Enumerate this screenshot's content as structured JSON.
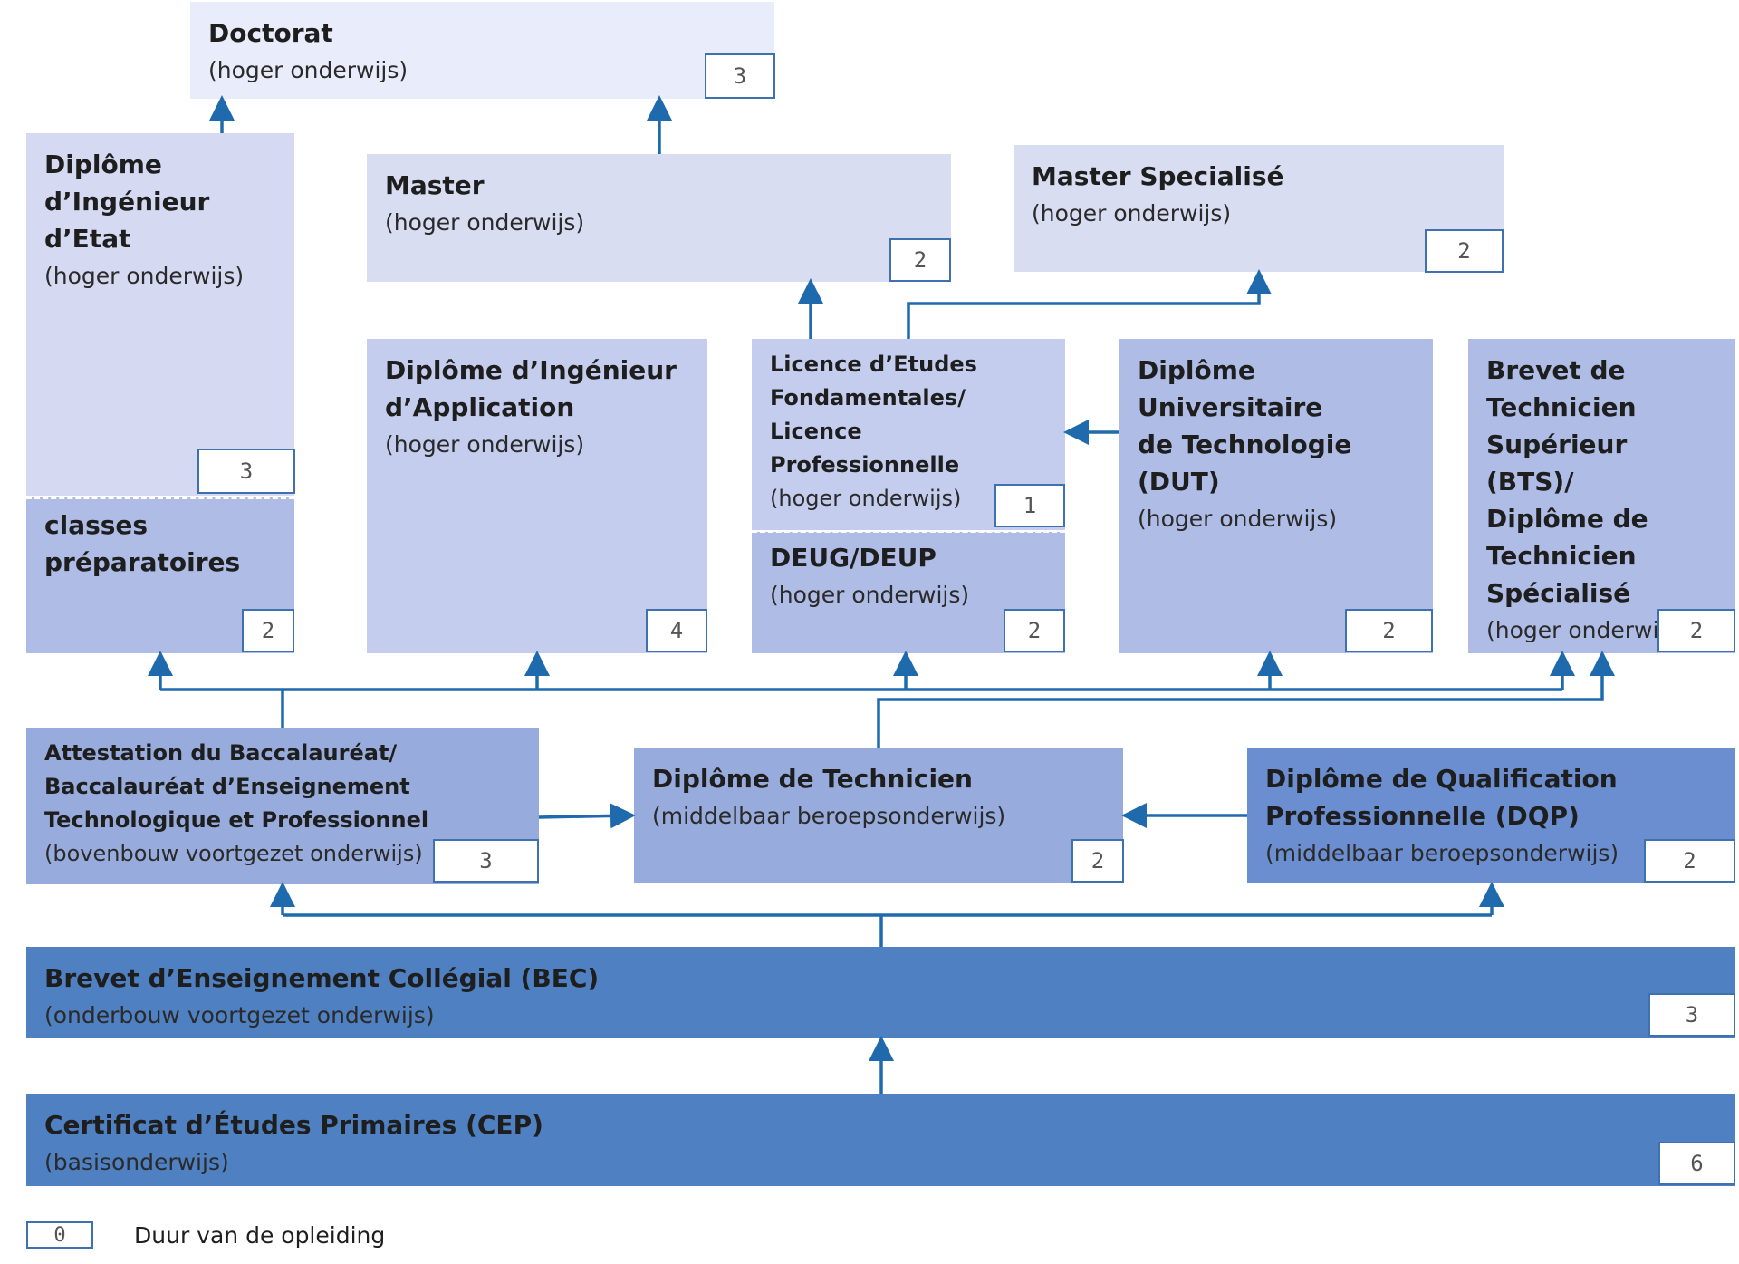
{
  "colors": {
    "arrow": "#1f6aad",
    "tier1": "#e9ecfa",
    "tier2": "#d8ddf2",
    "tier3": "#c4cdee",
    "tier4": "#aebce6",
    "tier5": "#97acdc",
    "tier6": "#6a8ed0",
    "tier7": "#4e80c2"
  },
  "boxes": {
    "doctorat": {
      "title": "Doctorat",
      "sub": "(hoger onderwijs)",
      "duration": "3"
    },
    "ingenieur_etat": {
      "title": "Diplôme\nd’Ingénieur\nd’Etat",
      "sub": "(hoger onderwijs)",
      "duration": "3"
    },
    "classes_prep": {
      "title": "classes\npréparatoires",
      "duration": "2"
    },
    "master": {
      "title": "Master",
      "sub": "(hoger onderwijs)",
      "duration": "2"
    },
    "master_spec": {
      "title": "Master Specialisé",
      "sub": "(hoger onderwijs)",
      "duration": "2"
    },
    "ingenieur_app": {
      "title": "Diplôme d’Ingénieur\nd’Application",
      "sub": "(hoger onderwijs)",
      "duration": "4"
    },
    "licence": {
      "title": "Licence d’Etudes\nFondamentales/\nLicence Professionnelle",
      "sub": "(hoger onderwijs)",
      "duration": "1"
    },
    "deug": {
      "title": "DEUG/DEUP",
      "sub": "(hoger onderwijs)",
      "duration": "2"
    },
    "dut": {
      "title": "Diplôme Universitaire\nde Technologie (DUT)",
      "sub": "(hoger onderwijs)",
      "duration": "2"
    },
    "bts": {
      "title": "Brevet de\nTechnicien\nSupérieur (BTS)/\nDiplôme de\nTechnicien\nSpécialisé",
      "sub": "(hoger onderwijs)",
      "duration": "2"
    },
    "bac": {
      "title": "Attestation du Baccalauréat/\nBaccalauréat d’Enseignement\nTechnologique et Professionnel",
      "sub": "(bovenbouw voortgezet onderwijs)",
      "duration": "3"
    },
    "technicien": {
      "title": "Diplôme de Technicien",
      "sub": "(middelbaar beroepsonderwijs)",
      "duration": "2"
    },
    "dqp": {
      "title": "Diplôme de Qualification\nProfessionnelle (DQP)",
      "sub": "(middelbaar beroepsonderwijs)",
      "duration": "2"
    },
    "bec": {
      "title": "Brevet d’Enseignement Collégial (BEC)",
      "sub": "(onderbouw voortgezet onderwijs)",
      "duration": "3"
    },
    "cep": {
      "title": "Certificat d’Études Primaires (CEP)",
      "sub": "(basisonderwijs)",
      "duration": "6"
    }
  },
  "legend": {
    "sample": "0",
    "label": "Duur van de opleiding"
  }
}
